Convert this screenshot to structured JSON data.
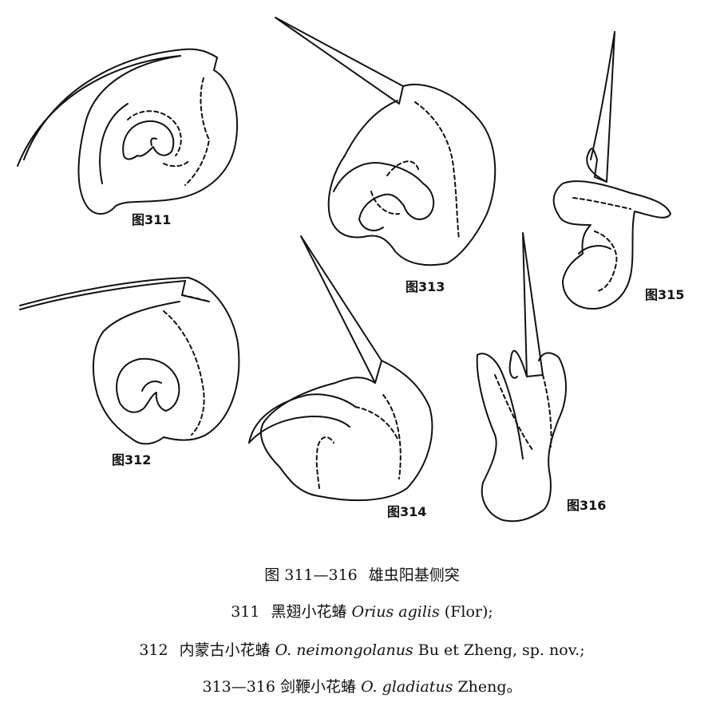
{
  "figures": [
    {
      "id": "311",
      "label": "图311"
    },
    {
      "id": "312",
      "label": "图312"
    },
    {
      "id": "313",
      "label": "图313"
    },
    {
      "id": "314",
      "label": "图314"
    },
    {
      "id": "315",
      "label": "图315"
    },
    {
      "id": "316",
      "label": "图316"
    }
  ],
  "caption": {
    "title_fig": "图 311—316",
    "title_text": "雄虫阳基侧突",
    "line1": {
      "num": "311",
      "cn": "黑翅小花蝽",
      "latin": "Orius agilis",
      "author": "(Flor);"
    },
    "line2": {
      "num": "312",
      "cn": "内蒙古小花蝽",
      "latin": "O. neimongolanus",
      "author": "Bu et Zheng, sp. nov.;"
    },
    "line3": {
      "num": "313—316",
      "cn": "剑鞭小花蝽",
      "latin": "O. gladiatus",
      "author": "Zheng。"
    }
  }
}
